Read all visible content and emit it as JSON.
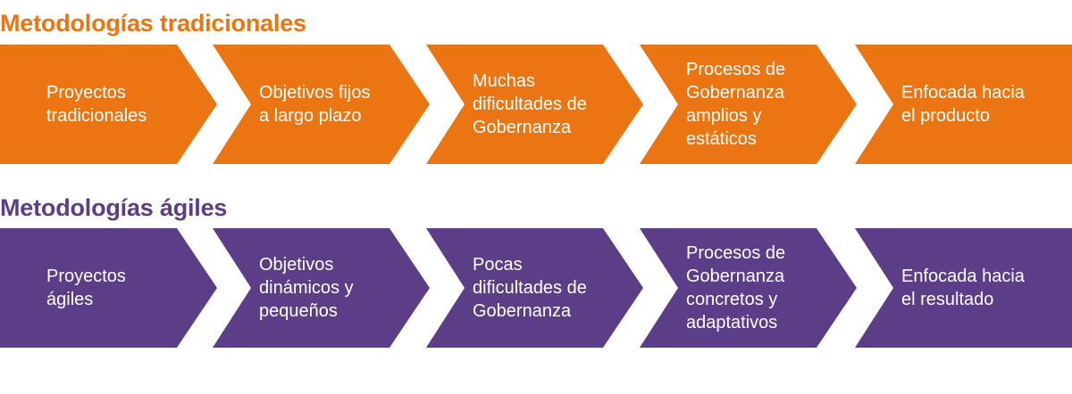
{
  "traditional": {
    "title": "Metodologías tradicionales",
    "color": "#EB7512",
    "steps": [
      "Proyectos\ntradicionales",
      "Objetivos fijos\na largo plazo",
      "Muchas\ndificultades de\nGobernanza",
      "Procesos de\nGobernanza\namplios y\nestáticos",
      "Enfocada hacia\nel producto"
    ]
  },
  "agile": {
    "title": "Metodologías ágiles",
    "color": "#5C3D87",
    "steps": [
      "Proyectos\nágiles",
      "Objetivos\ndinámicos y\npequeños",
      "Pocas\ndificultades de\nGobernanza",
      "Procesos de\nGobernanza\nconcretos y\nadaptativos",
      "Enfocada hacia\nel resultado"
    ]
  }
}
